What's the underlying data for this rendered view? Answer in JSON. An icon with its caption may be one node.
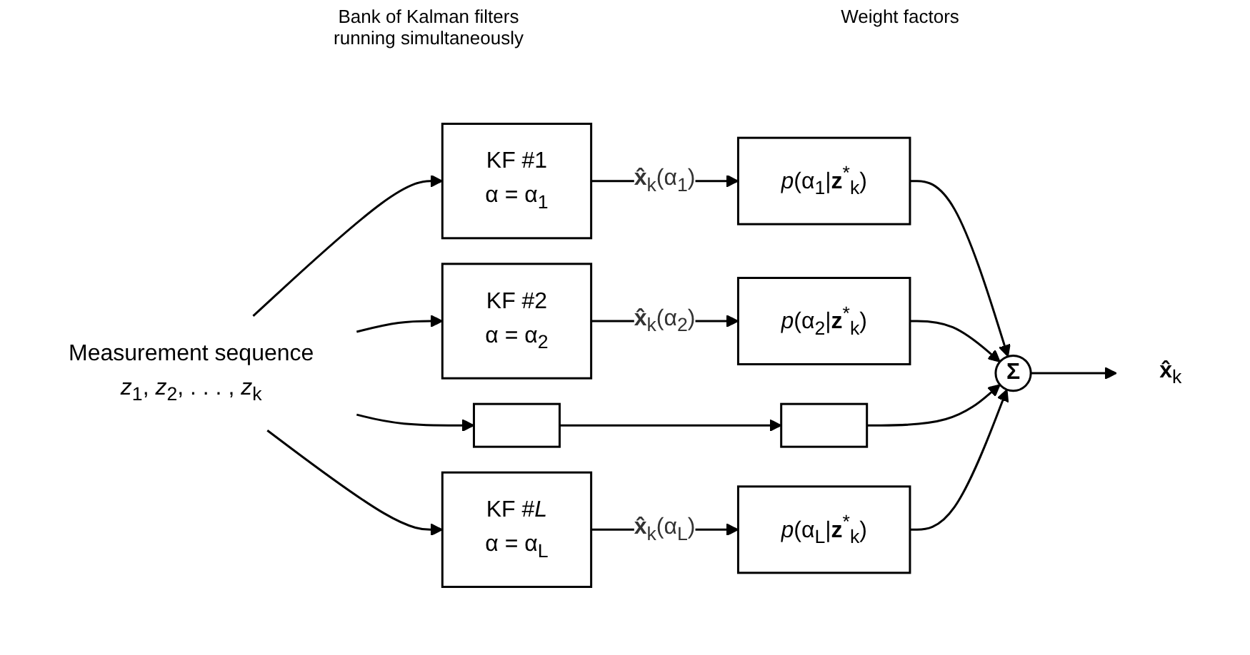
{
  "diagram": {
    "nodes": [
      {
        "text": [
          "Measurement sequence",
          "*z*$_{1}$, *z*$_{2}$, . . . , *z*$_{k}$"
        ]
      },
      {
        "text": [
          "KF #1",
          "α = α$_{1}$"
        ]
      },
      {
        "text": [
          "KF #2",
          "α = α$_{2}$"
        ]
      },
      {
        "text": [],
        "shape": "box"
      },
      {
        "text": [
          "KF #*L*",
          "α = α$_{L}$"
        ]
      },
      {
        "text": [
          "*p*(α$_{1}$|**z**$^{*}$$_{k}$)"
        ]
      },
      {
        "text": [
          "*p*(α$_{2}$|**z**$^{*}$$_{k}$)"
        ]
      },
      {
        "text": [],
        "shape": "box"
      },
      {
        "text": [
          "*p*(α$_{L}$|**z**$^{*}$$_{k}$)"
        ]
      },
      {
        "text": [
          "**Σ**"
        ]
      },
      {
        "text": [
          "**x̂**$_{k}$"
        ]
      }
    ],
    "edges": [
      {
        "from": 0,
        "to": 1,
        "arrow": "to"
      },
      {
        "from": 0,
        "to": 2,
        "arrow": "to"
      },
      {
        "from": 0,
        "to": 3,
        "arrow": "to"
      },
      {
        "from": 0,
        "to": 4,
        "arrow": "to"
      },
      {
        "from": 1,
        "to": 5,
        "arrow": "to",
        "label": "**x̂**$_{k}$(α$_{1}$)"
      },
      {
        "from": 2,
        "to": 6,
        "arrow": "to",
        "label": "**x̂**$_{k}$(α$_{2}$)"
      },
      {
        "from": 3,
        "to": 7,
        "arrow": "to"
      },
      {
        "from": 4,
        "to": 8,
        "arrow": "to",
        "label": "**x̂**$_{k}$(α$_{L}$)"
      },
      {
        "from": 5,
        "to": 9,
        "arrow": "to"
      },
      {
        "from": 6,
        "to": 9,
        "arrow": "to"
      },
      {
        "from": 7,
        "to": 9,
        "arrow": "to"
      },
      {
        "from": 8,
        "to": 9,
        "arrow": "to"
      },
      {
        "from": 9,
        "to": 10,
        "arrow": "to"
      }
    ],
    "labels": [
      "Bank of Kalman filters running simultaneously",
      "Weight factors"
    ]
  }
}
